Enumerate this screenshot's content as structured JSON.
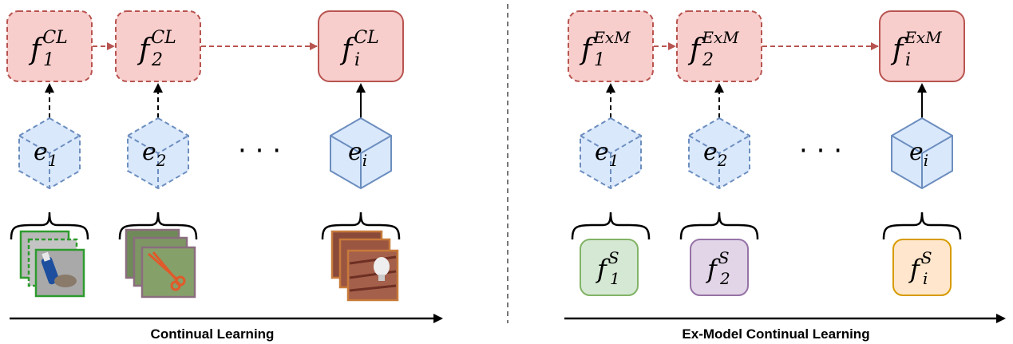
{
  "left_panel": {
    "models": [
      {
        "base": "f",
        "sub": "1",
        "sup": "CL"
      },
      {
        "base": "f",
        "sub": "2",
        "sup": "CL"
      },
      {
        "base": "f",
        "sub": "i",
        "sup": "CL"
      }
    ],
    "experiences": [
      {
        "base": "e",
        "sub": "1"
      },
      {
        "base": "e",
        "sub": "2"
      },
      {
        "base": "e",
        "sub": "i"
      }
    ],
    "ellipsis": "· · ·",
    "caption": "Continual Learning"
  },
  "right_panel": {
    "models": [
      {
        "base": "f",
        "sub": "1",
        "sup": "ExM"
      },
      {
        "base": "f",
        "sub": "2",
        "sup": "ExM"
      },
      {
        "base": "f",
        "sub": "i",
        "sup": "ExM"
      }
    ],
    "experiences": [
      {
        "base": "e",
        "sub": "1"
      },
      {
        "base": "e",
        "sub": "2"
      },
      {
        "base": "e",
        "sub": "i"
      }
    ],
    "experts": [
      {
        "base": "f",
        "sub": "1",
        "sup": "S"
      },
      {
        "base": "f",
        "sub": "2",
        "sup": "S"
      },
      {
        "base": "f",
        "sub": "i",
        "sup": "S"
      }
    ],
    "ellipsis": "· · ·",
    "caption": "Ex-Model Continual Learning"
  },
  "colors": {
    "model_fill": "#f8cecc",
    "model_stroke": "#b85450",
    "cube_fill": "#dae8fc",
    "cube_stroke": "#6c8ebf",
    "expert_fills": [
      "#d5e8d4",
      "#e1d5e7",
      "#ffe6cc"
    ],
    "expert_strokes": [
      "#82b366",
      "#9673a6",
      "#d79b00"
    ],
    "image_frames": [
      "#2e9b2e",
      "#8a6d7e",
      "#c77a3a"
    ]
  }
}
